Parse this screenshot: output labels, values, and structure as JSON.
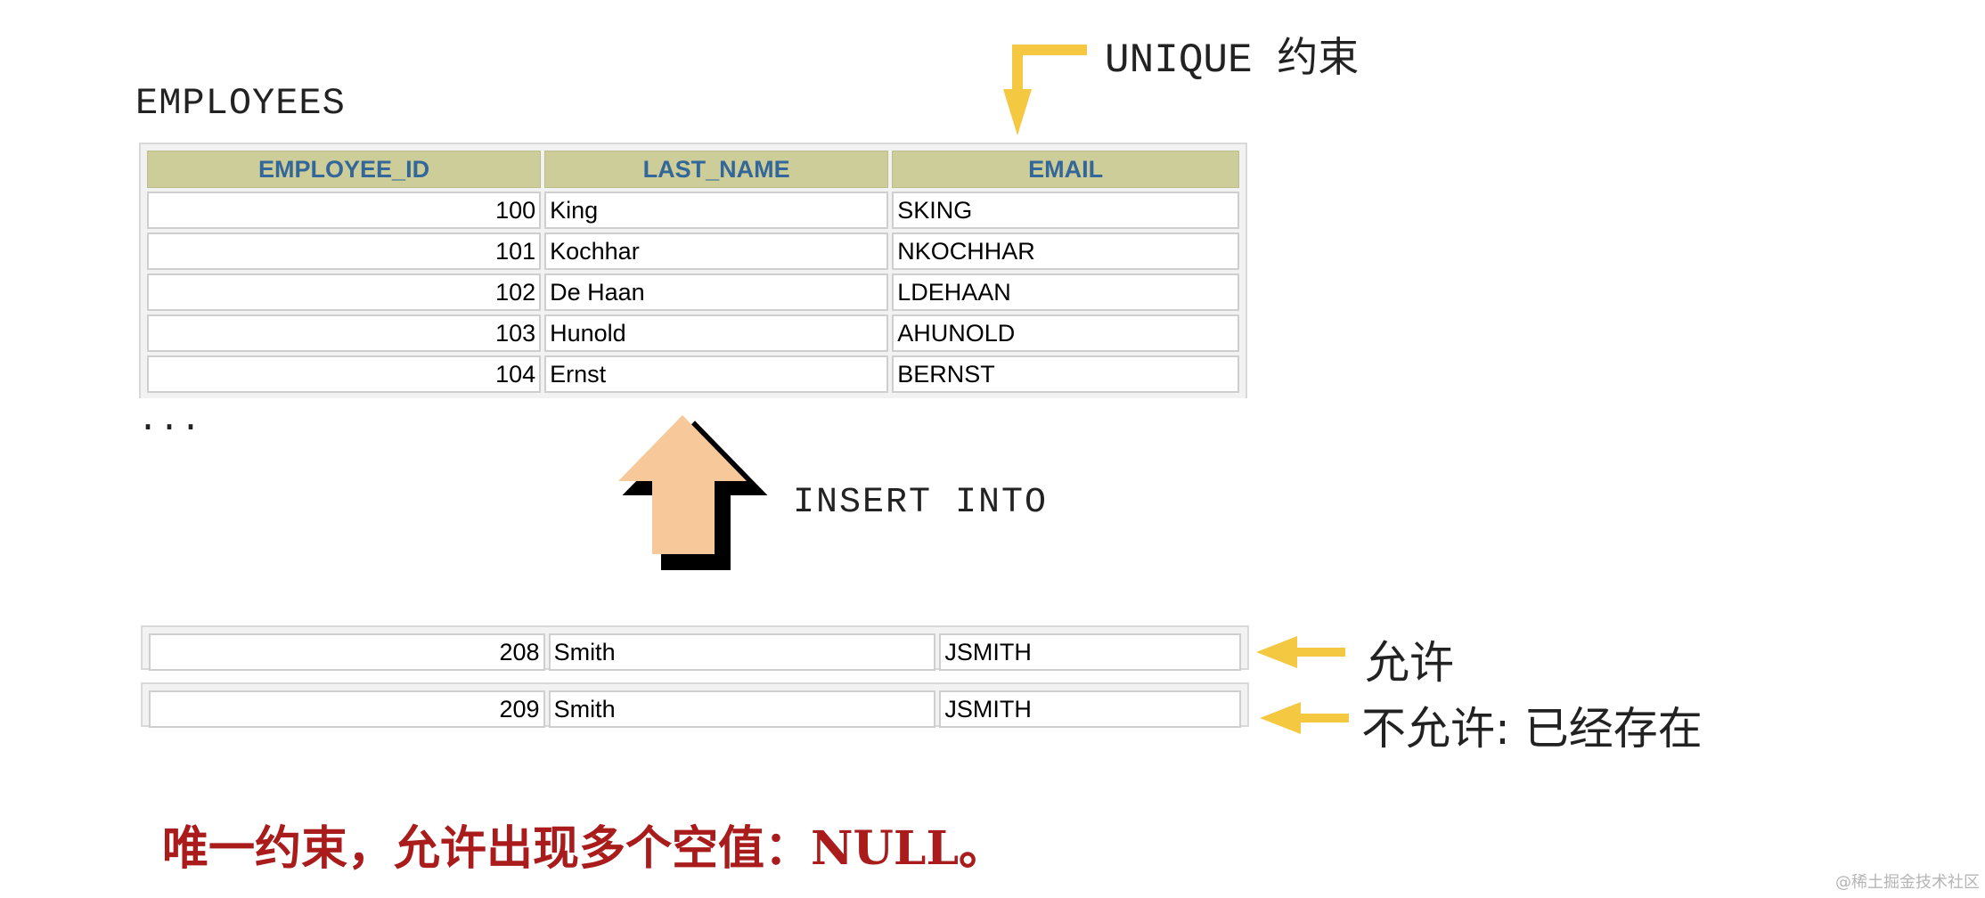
{
  "table": {
    "title": "EMPLOYEES",
    "columns": [
      "EMPLOYEE_ID",
      "LAST_NAME",
      "EMAIL"
    ],
    "rows": [
      [
        "100",
        "King",
        "SKING"
      ],
      [
        "101",
        "Kochhar",
        "NKOCHHAR"
      ],
      [
        "102",
        "De Haan",
        "LDEHAAN"
      ],
      [
        "103",
        "Hunold",
        "AHUNOLD"
      ],
      [
        "104",
        "Ernst",
        "BERNST"
      ]
    ],
    "ellipsis": "..."
  },
  "unique_callout": {
    "label_en": "UNIQUE",
    "label_cn": "约束"
  },
  "insert_label": "INSERT INTO",
  "insert_rows": [
    {
      "values": [
        "208",
        "Smith",
        "JSMITH"
      ],
      "note": "允许"
    },
    {
      "values": [
        "209",
        "Smith",
        "JSMITH"
      ],
      "note": "不允许: 已经存在"
    }
  ],
  "footer_note": "唯一约束，允许出现多个空值：NULL。",
  "watermark": "@稀土掘金技术社区",
  "colors": {
    "header_bg": "#cdcd99",
    "header_text": "#336699",
    "callout_arrow": "#f5c842",
    "insert_arrow_fill": "#f7c89a",
    "footer_text": "#aa1b1b"
  },
  "icons": [
    "unique-bent-arrow-icon",
    "insert-up-arrow-icon",
    "left-arrow-icon"
  ]
}
